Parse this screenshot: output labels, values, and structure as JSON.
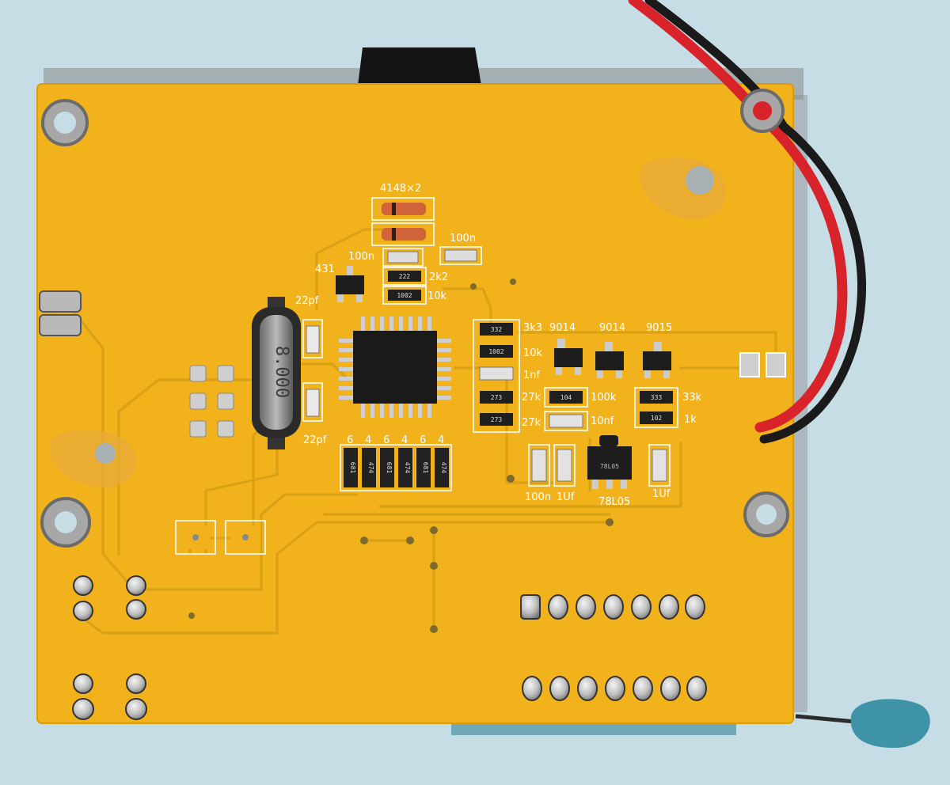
{
  "board": {
    "silkscreen": {
      "diodes": "4148×2",
      "c_100n_a": "100n",
      "c_100n_b": "100n",
      "ref_431": "431",
      "r_2k2": "2k2",
      "r_10k_a": "10k",
      "c_22pf_top": "22pf",
      "c_22pf_bottom": "22pf",
      "r_3k3": "3k3",
      "t1": "9014",
      "t2": "9014",
      "t3": "9015",
      "r_10k_b": "10k",
      "c_1nf": "1nf",
      "r_27k_a": "27k",
      "r_27k_b": "27k",
      "r_100k": "100k",
      "c_10nf": "10nf",
      "r_33k": "33k",
      "r_1k": "1k",
      "c_100n_c": "100n",
      "c_1uf_a": "1Uf",
      "c_1uf_b": "1Uf",
      "regulator": "78L05",
      "array_6a": "6",
      "array_4a": "4",
      "array_6b": "6",
      "array_4b": "4",
      "array_6c": "6",
      "array_4c": "4"
    },
    "component_markings": {
      "res_222": "222",
      "res_1002_a": "1002",
      "res_332": "332",
      "res_1002_b": "1002",
      "res_273_a": "273",
      "res_273_b": "273",
      "res_104": "104",
      "res_333": "333",
      "res_102": "102",
      "crystal": "8.000",
      "reg_marking": "78L05",
      "arr_681_a": "681",
      "arr_474_a": "474",
      "arr_681_b": "681",
      "arr_474_b": "474",
      "arr_681_c": "681",
      "arr_474_c": "474"
    }
  },
  "colors": {
    "background": "#c6dde6",
    "pcb_mask": "#f2b21c",
    "trace": "#d9a216",
    "silkscreen": "#ffffff",
    "solder": "#c9c9c9",
    "wire_red": "#d8232a",
    "wire_black": "#1a1a1a",
    "capacitor_body": "#3e93a7"
  }
}
